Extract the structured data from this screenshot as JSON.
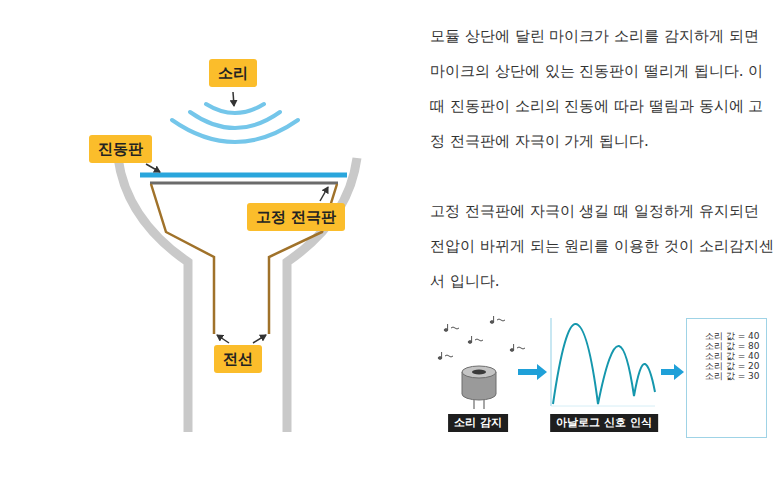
{
  "diagram": {
    "nodes": [
      {
        "text": [
          "소리"
        ]
      },
      {
        "text": [
          "진동판"
        ]
      },
      {
        "text": [
          "고정 전극판"
        ]
      },
      {
        "text": [
          "전선"
        ]
      },
      {
        "text": [
          "소리 감지"
        ]
      },
      {
        "text": [
          "아날로그 신호 인식"
        ]
      },
      {
        "text": [
          "소리 값 = 40",
          "소리 값 = 80",
          "소리 값 = 40",
          "소리 값 = 20",
          "소리 값 = 30"
        ]
      }
    ],
    "edges": [
      {
        "from": 4,
        "to": 5,
        "arrow": "to"
      },
      {
        "from": 5,
        "to": 6,
        "arrow": "to"
      }
    ],
    "labels": [
      "모듈 상단에 달린 마이크가 소리를 감지하게 되면 마이크의 상단에 있는 진동판이 떨리게 됩니다. 이때 진동판이 소리의 진동에 따라 떨림과 동시에 고정 전극판에 자극이 가게 됩니다.",
      "고정 전극판에 자극이 생길 때 일정하게 유지되던 전압이 바뀌게 되는 원리를 이용한 것이 소리감지센서 입니다."
    ]
  }
}
